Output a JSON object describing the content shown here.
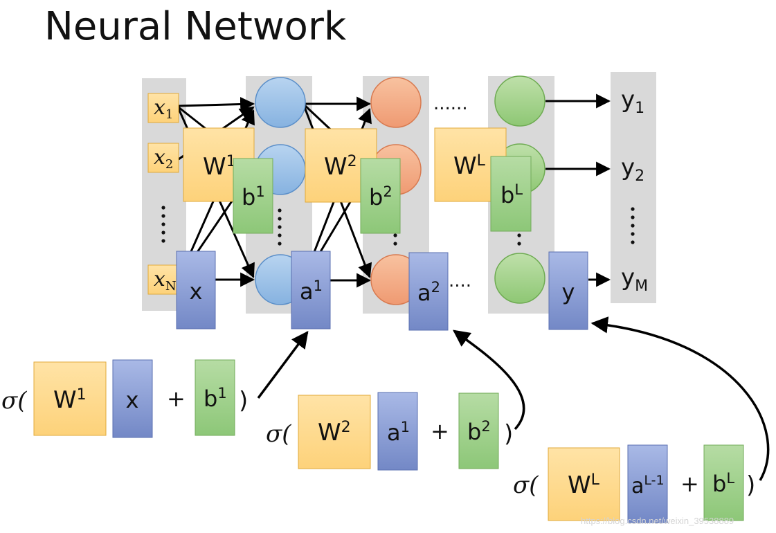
{
  "title": "Neural Network",
  "inputs": [
    {
      "base": "x",
      "sub": "1"
    },
    {
      "base": "x",
      "sub": "2"
    },
    {
      "base": "x",
      "sub": "N"
    }
  ],
  "outputs": [
    {
      "base": "y",
      "sub": "1"
    },
    {
      "base": "y",
      "sub": "2"
    },
    {
      "base": "y",
      "sub": "M"
    }
  ],
  "ellipsis_h1": "......",
  "ellipsis_h2": "....",
  "matrices": {
    "w1": {
      "base": "W",
      "sup": "1"
    },
    "w2": {
      "base": "W",
      "sup": "2"
    },
    "wL": {
      "base": "W",
      "sup": "L"
    },
    "b1": {
      "base": "b",
      "sup": "1"
    },
    "b2": {
      "base": "b",
      "sup": "2"
    },
    "bL": {
      "base": "b",
      "sup": "L"
    }
  },
  "vectors": {
    "x": "x",
    "a1": {
      "base": "a",
      "sup": "1"
    },
    "a2": {
      "base": "a",
      "sup": "2"
    },
    "y": "y"
  },
  "equations": [
    {
      "sigma": "σ(",
      "w": {
        "base": "W",
        "sup": "1"
      },
      "v": {
        "base": "x",
        "sup": ""
      },
      "plus": "+",
      "b": {
        "base": "b",
        "sup": "1"
      },
      "close": ")"
    },
    {
      "sigma": "σ(",
      "w": {
        "base": "W",
        "sup": "2"
      },
      "v": {
        "base": "a",
        "sup": "1"
      },
      "plus": "+",
      "b": {
        "base": "b",
        "sup": "2"
      },
      "close": ")"
    },
    {
      "sigma": "σ(",
      "w": {
        "base": "W",
        "sup": "L"
      },
      "v": {
        "base": "a",
        "sup": "L-1"
      },
      "plus": "+",
      "b": {
        "base": "b",
        "sup": "L"
      },
      "close": ")"
    }
  ],
  "watermark": "https://blog.csdn.net/weixin_39538889",
  "colors": {
    "panel": "#d9d9d9",
    "node_blue": "#9dc3e6",
    "node_orange": "#f4b183",
    "node_green": "#a9d18e",
    "box_yellow": "#ffd98a",
    "box_blue": "#8fa2d4",
    "box_green": "#9fd08a"
  }
}
